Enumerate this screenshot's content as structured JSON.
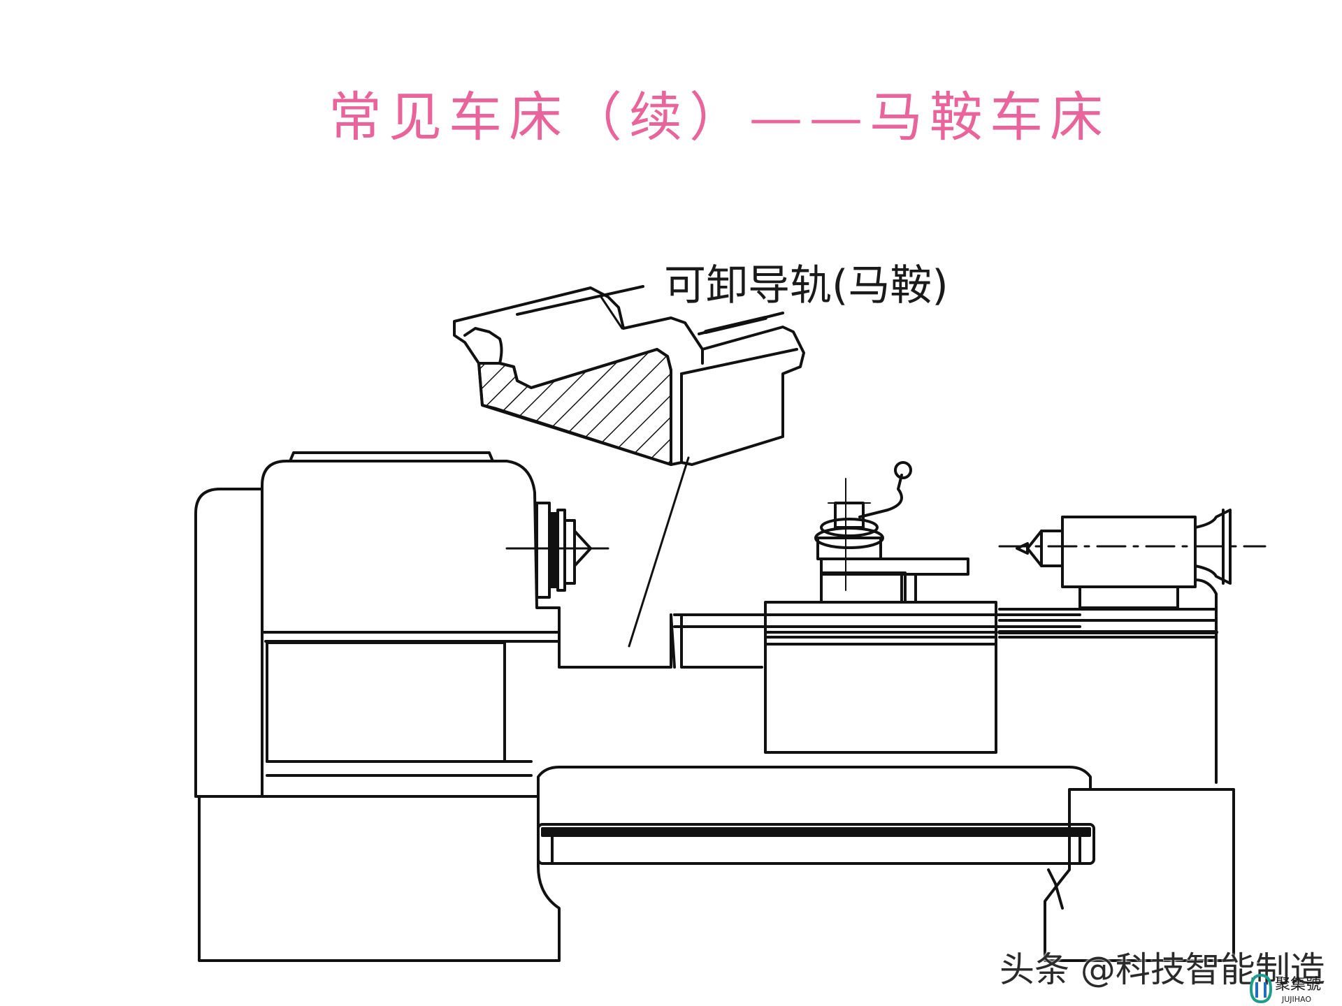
{
  "slide": {
    "title": "常见车床（续）——马鞍车床",
    "colors": {
      "title": "#e8649a",
      "line": "#111111",
      "background": "#ffffff"
    }
  },
  "diagram": {
    "callout_label": "可卸导轨(马鞍)",
    "parts": [
      "lathe-bed",
      "headstock",
      "chuck",
      "gap-bridge-rail",
      "carriage",
      "tool-post",
      "tailstock",
      "feed-rod",
      "lead-screw"
    ]
  },
  "watermark": {
    "text": "头条 @科技智能制造",
    "logo_text": "聚集號",
    "logo_subtext": "JUJIHAO"
  }
}
